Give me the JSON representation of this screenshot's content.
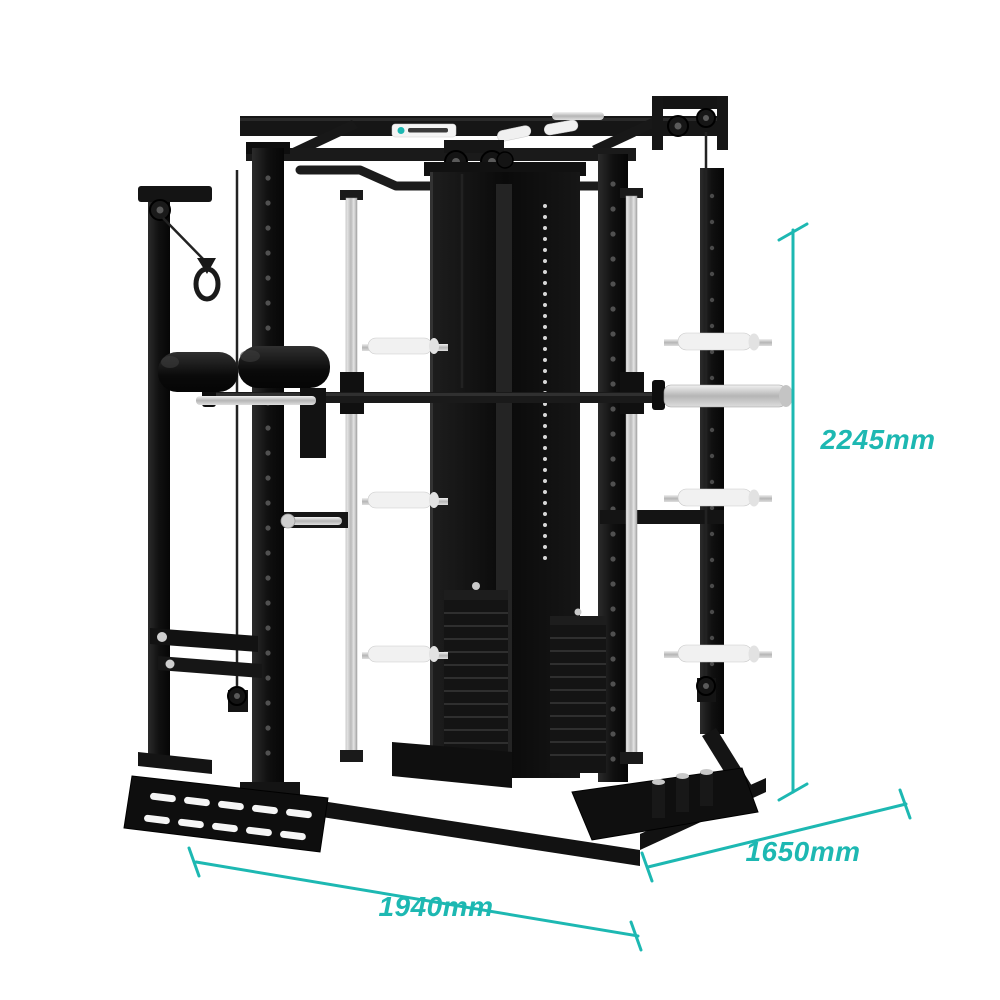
{
  "figure": {
    "type": "product-dimension-photo",
    "subject": "all-in-one smith machine power rack with cable pulleys and weight stacks"
  },
  "colors": {
    "accent": "#1db8b2",
    "frame": "#131313",
    "rails": "#d6d6d6",
    "background": "#ffffff"
  },
  "dimensions": {
    "height": {
      "label": "2245mm"
    },
    "depth": {
      "label": "1650mm"
    },
    "width": {
      "label": "1940mm"
    }
  }
}
